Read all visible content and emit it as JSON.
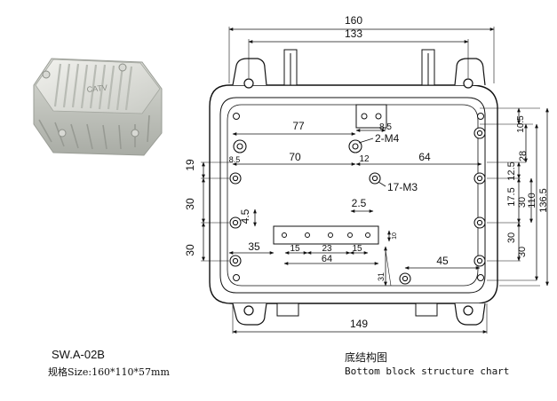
{
  "product": {
    "model": "SW.A-02B",
    "spec": "规格Size:160*110*57mm",
    "photo_text": "CATV"
  },
  "drawing": {
    "title_cn": "底结构图",
    "title_en": "Bottom block structure chart",
    "dims": {
      "overall_width": "160",
      "mount_spacing": "133",
      "bottom_width": "149",
      "d77": "77",
      "d8_5_top": "8.5",
      "d8_5_left": "8.5",
      "d12": "12",
      "d70": "70",
      "d64_top": "64",
      "d19": "19",
      "d30_a": "30",
      "d30_b": "30",
      "d4_5": "4.5",
      "d2_5": "2.5",
      "d35": "35",
      "d15_a": "15",
      "d23": "23",
      "d15_b": "15",
      "d64_bottom": "64",
      "d10_small": "10",
      "d31": "31",
      "d45": "45",
      "r10_5": "10.5",
      "r12_5": "12.5",
      "r17_5": "17.5",
      "r30_a": "30",
      "r30_b": "30",
      "r30_c": "30",
      "r28": "28",
      "r110": "110",
      "r136_5": "136.5"
    },
    "callouts": {
      "m4": "2-M4",
      "m3": "17-M3"
    }
  }
}
